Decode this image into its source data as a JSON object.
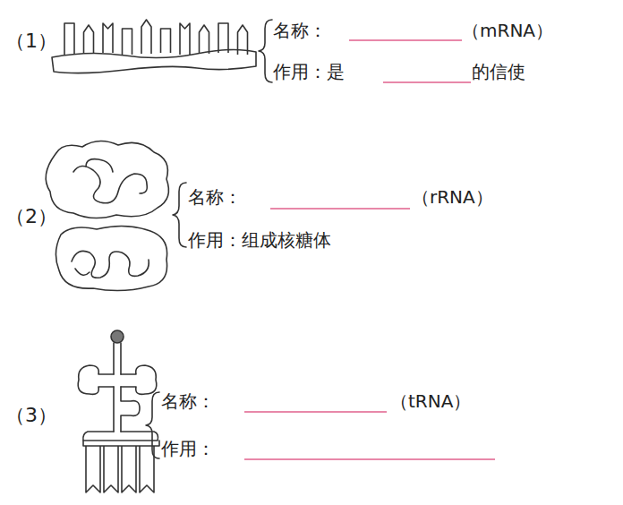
{
  "diagram": {
    "labels": [
      "（1）",
      "名称：",
      "（mRNA）",
      "作用：是",
      "的信使",
      "（2）",
      "名称：",
      "（rRNA）",
      "作用：组成核糖体",
      "（3）",
      "名称：",
      "（tRNA）",
      "作用："
    ]
  }
}
